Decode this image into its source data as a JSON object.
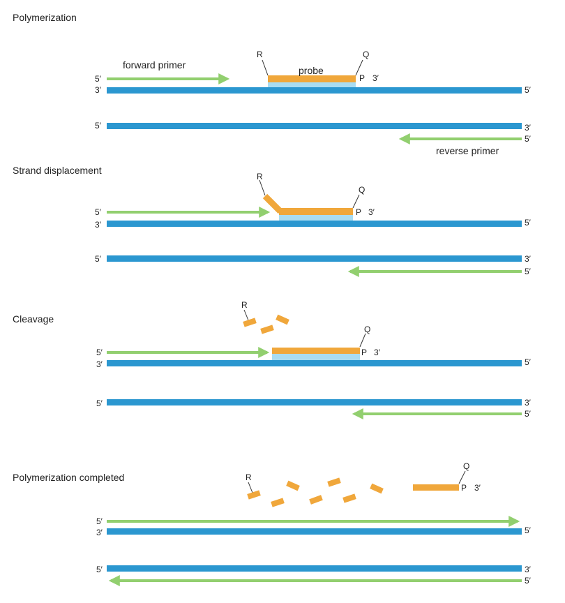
{
  "colors": {
    "dna_strand": "#2b97d0",
    "primer": "#92cf6f",
    "probe": "#f0a73b",
    "probe_bound": "#a9dcf2",
    "text": "#222222"
  },
  "panels": [
    {
      "title": "Polymerization",
      "forward_primer_label": "forward primer",
      "probe_label": "probe",
      "reverse_primer_label": "reverse primer",
      "reporter": "R",
      "quencher": "Q",
      "phosphate": "P",
      "probe_end": "3′",
      "top_strand_left": "5′",
      "template_left": "3′",
      "template_right": "5′",
      "lower_strand_left": "5′",
      "lower_strand_right": "3′",
      "reverse_primer_right": "5′"
    },
    {
      "title": "Strand displacement",
      "reporter": "R",
      "quencher": "Q",
      "phosphate": "P",
      "probe_end": "3′",
      "top_strand_left": "5′",
      "template_left": "3′",
      "template_right": "5′",
      "lower_strand_left": "5′",
      "lower_strand_right": "3′",
      "reverse_primer_right": "5′"
    },
    {
      "title": "Cleavage",
      "reporter": "R",
      "quencher": "Q",
      "phosphate": "P",
      "probe_end": "3′",
      "top_strand_left": "5′",
      "template_left": "3′",
      "template_right": "5′",
      "lower_strand_left": "5′",
      "lower_strand_right": "3′",
      "reverse_primer_right": "5′"
    },
    {
      "title": "Polymerization completed",
      "reporter": "R",
      "quencher": "Q",
      "phosphate": "P",
      "probe_end": "3′",
      "top_strand_left": "5′",
      "template_left": "3′",
      "template_right": "5′",
      "lower_strand_left": "5′",
      "lower_strand_right": "3′",
      "reverse_primer_right": "5′"
    }
  ]
}
